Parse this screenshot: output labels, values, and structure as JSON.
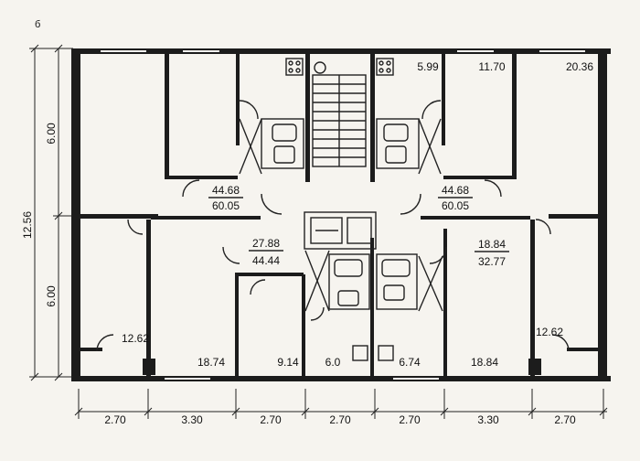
{
  "sheet_label": "б",
  "overall_depth": "12.56",
  "depth_segments": [
    "6.00",
    "6.00"
  ],
  "bay_widths": [
    "2.70",
    "3.30",
    "2.70",
    "2.70",
    "2.70",
    "3.30",
    "2.70"
  ],
  "apartments": {
    "upper_left": {
      "living": "44.68",
      "total": "60.05"
    },
    "upper_right": {
      "living": "44.68",
      "total": "60.05"
    },
    "center_left": {
      "living": "27.88",
      "total": "44.44"
    },
    "center_right": {
      "living": "18.84",
      "total": "32.77"
    }
  },
  "room_areas": {
    "kitchen_top_right": "5.99",
    "bedroom_top_right": "11.70",
    "living_top_right": "20.36",
    "balcony_left": "12.62",
    "balcony_right": "12.62",
    "room_bottom_1": "18.74",
    "room_bottom_2": "9.14",
    "kitchen_bottom_1": "6.0",
    "kitchen_bottom_2": "6.74",
    "room_bottom_3": "18.84"
  }
}
